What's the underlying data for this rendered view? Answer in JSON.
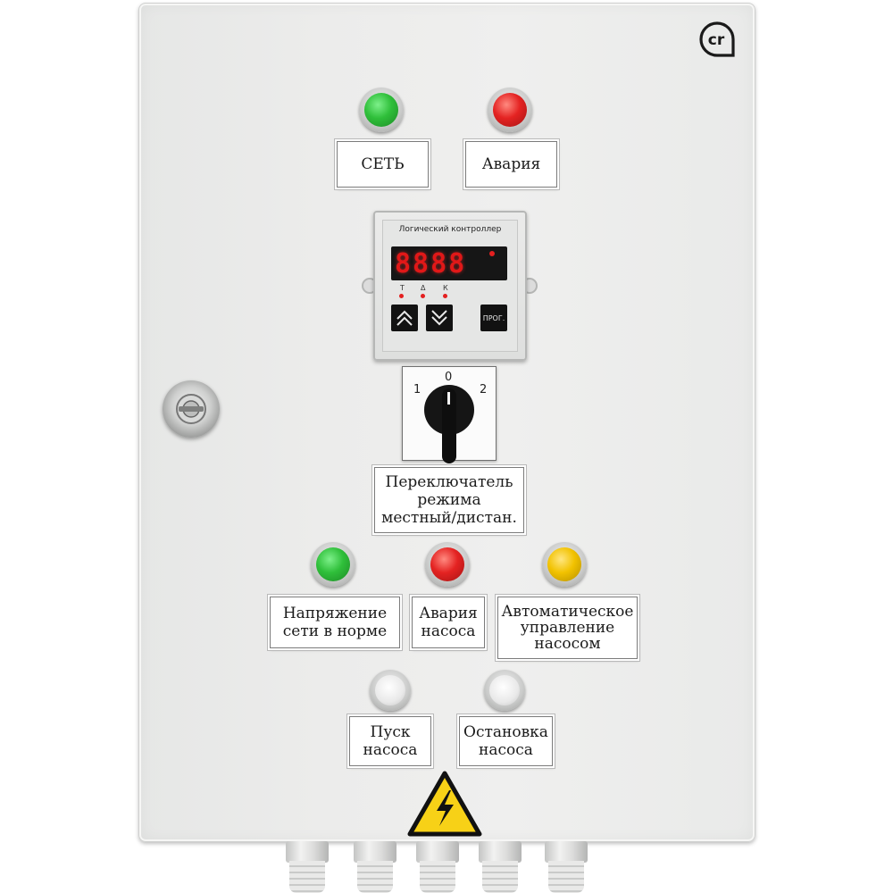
{
  "brand": {
    "logo_text": "cr"
  },
  "top_indicators": {
    "power": {
      "label": "СЕТЬ",
      "color": "#2fbf3a"
    },
    "alarm": {
      "label": "Авария",
      "color": "#e42322"
    }
  },
  "controller": {
    "title": "Логический контроллер",
    "display_value": "8888",
    "indicators": [
      "Т",
      "Δ",
      "К"
    ],
    "buttons": {
      "up_icon": "chevron-double-up-icon",
      "down_icon": "chevron-double-down-icon",
      "prog_label": "ПРОГ."
    }
  },
  "mode_switch": {
    "positions": [
      "1",
      "0",
      "2"
    ],
    "label": "Переключатель\nрежима\nместный/дистан."
  },
  "pump_indicators": [
    {
      "label": "Напряжение\nсети в норме",
      "color": "#2fbf3a"
    },
    {
      "label": "Авария\nнасоса",
      "color": "#e42322"
    },
    {
      "label": "Автоматическое\nуправление\nнасосом",
      "color": "#f2c200"
    }
  ],
  "pump_buttons": [
    {
      "label": "Пуск\nнасоса"
    },
    {
      "label": "Остановка\nнасоса"
    }
  ],
  "warning_sign": {
    "icon": "high-voltage-warning-icon",
    "color": "#f7d117"
  }
}
